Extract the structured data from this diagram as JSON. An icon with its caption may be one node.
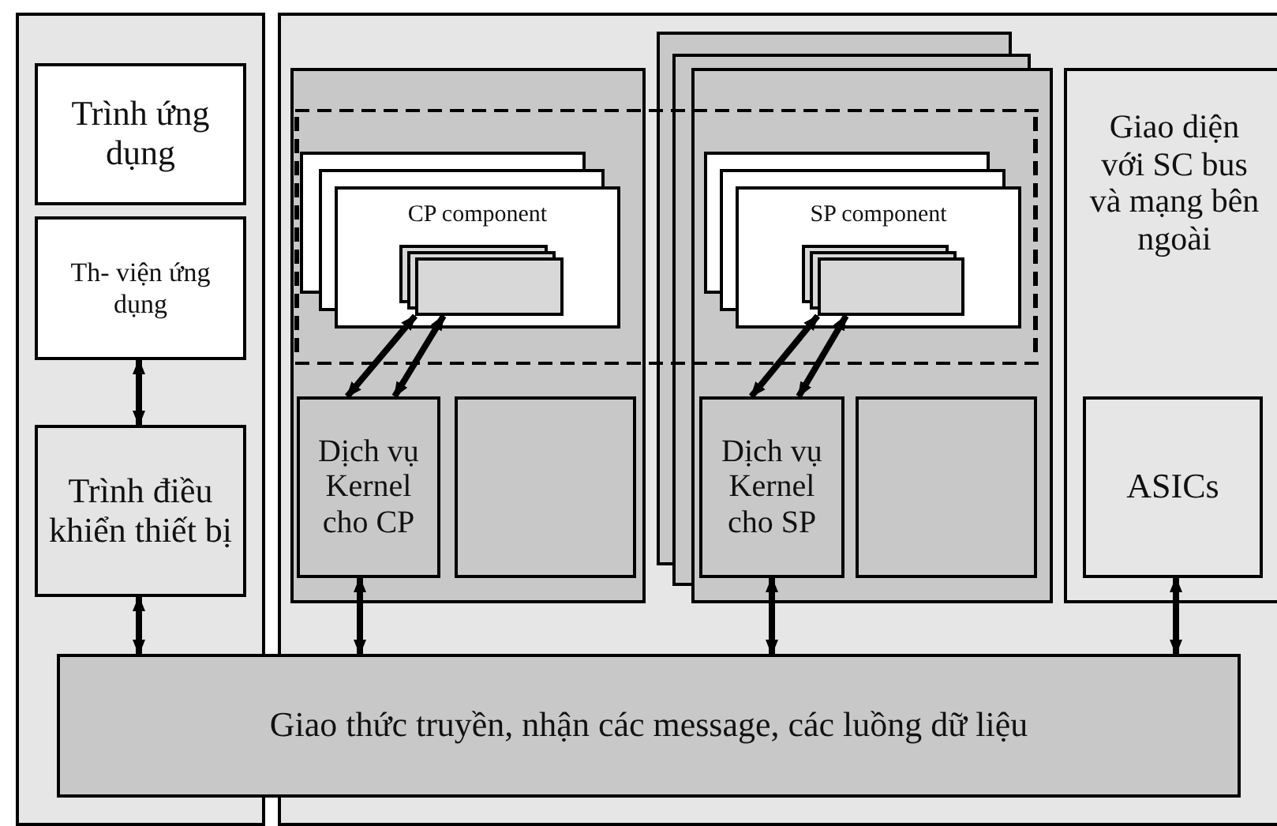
{
  "diagram": {
    "nodes": [
      {
        "text": [],
        "shape": "box"
      },
      {
        "text": [],
        "shape": "box"
      },
      {
        "text": [
          "Trình ứng dụng"
        ],
        "in": 0
      },
      {
        "text": [
          "Th-  viện ứng dụng"
        ],
        "in": 0
      },
      {
        "text": [
          "Trình điều khiển thiết bị"
        ],
        "in": 0
      },
      {
        "text": [],
        "shape": "box",
        "in": 1
      },
      {
        "text": [
          "CP component"
        ],
        "in": 5
      },
      {
        "text": [],
        "shape": "box",
        "in": 6
      },
      {
        "text": [
          "Dịch vụ Kernel cho CP"
        ],
        "in": 5
      },
      {
        "text": [],
        "shape": "box",
        "in": 5
      },
      {
        "text": [],
        "shape": "box",
        "in": 1
      },
      {
        "text": [
          "SP component"
        ],
        "in": 10
      },
      {
        "text": [],
        "shape": "box",
        "in": 11
      },
      {
        "text": [
          "Dịch vụ Kernel cho SP"
        ],
        "in": 10
      },
      {
        "text": [],
        "shape": "box",
        "in": 10
      },
      {
        "text": [
          "Giao diện với SC bus và mạng bên ngoài"
        ],
        "in": 1
      },
      {
        "text": [
          "ASICs"
        ],
        "in": 15
      },
      {
        "text": [
          "Giao thức truyền, nhận các message, các luồng dữ liệu"
        ]
      }
    ],
    "edges": [
      {
        "from": 3,
        "to": 4,
        "arrow": "both"
      },
      {
        "from": 4,
        "to": 17,
        "arrow": "both"
      },
      {
        "from": 7,
        "to": 8,
        "arrow": "both"
      },
      {
        "from": 7,
        "to": 8,
        "arrow": "both"
      },
      {
        "from": 8,
        "to": 17,
        "arrow": "both"
      },
      {
        "from": 12,
        "to": 13,
        "arrow": "both"
      },
      {
        "from": 12,
        "to": 13,
        "arrow": "both"
      },
      {
        "from": 13,
        "to": 17,
        "arrow": "both"
      },
      {
        "from": 16,
        "to": 17,
        "arrow": "both"
      }
    ]
  }
}
